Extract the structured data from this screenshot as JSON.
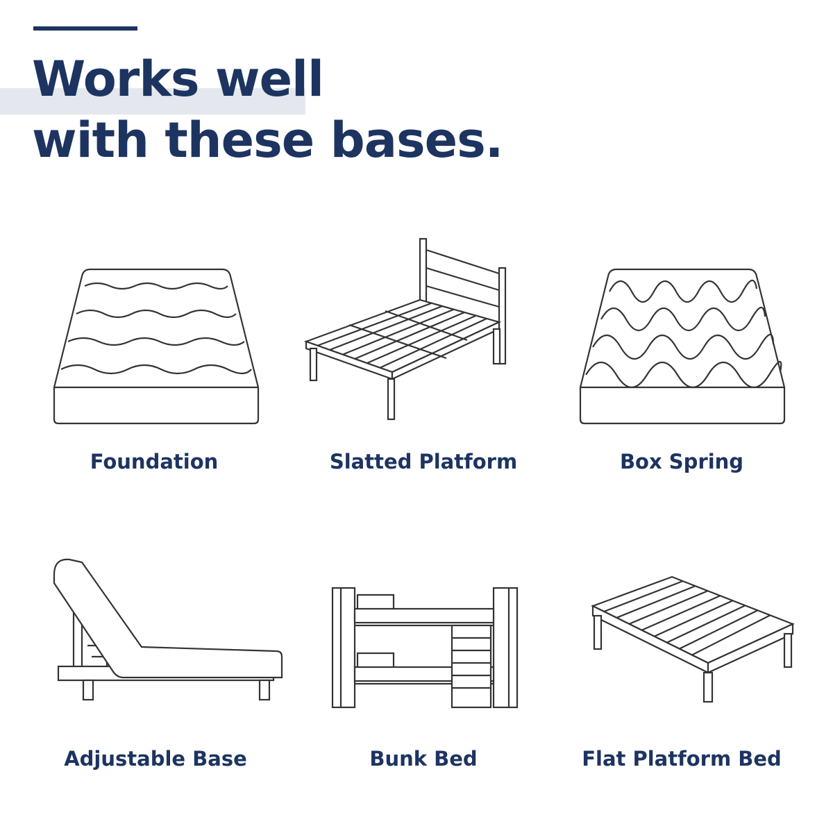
{
  "headline": {
    "line1": "Works well",
    "line2": "with these bases."
  },
  "colors": {
    "brand": "#1d3461",
    "line_art": "#333333",
    "highlight": "#e4e8ee"
  },
  "bases": [
    {
      "label": "Foundation",
      "icon": "foundation-icon"
    },
    {
      "label": "Slatted Platform",
      "icon": "slatted-platform-icon"
    },
    {
      "label": "Box Spring",
      "icon": "box-spring-icon"
    },
    {
      "label": "Adjustable Base",
      "icon": "adjustable-base-icon"
    },
    {
      "label": "Bunk Bed",
      "icon": "bunk-bed-icon"
    },
    {
      "label": "Flat Platform Bed",
      "icon": "flat-platform-bed-icon"
    }
  ]
}
